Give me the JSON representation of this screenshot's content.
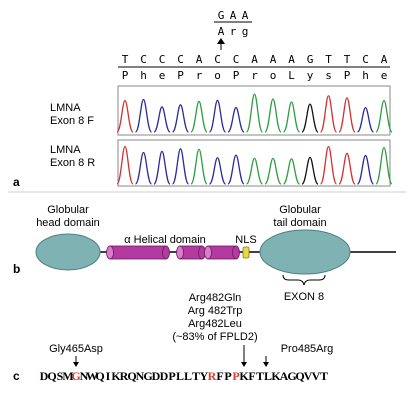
{
  "panel_a": {
    "panel_label": "a",
    "mutant_codon": [
      "G",
      "A",
      "A"
    ],
    "mutant_aa": [
      "A",
      "r",
      "g"
    ],
    "dna_sequence": [
      "T",
      "C",
      "C",
      "C",
      "A",
      "C",
      "C",
      "A",
      "A",
      "A",
      "G",
      "T",
      "T",
      "C",
      "A"
    ],
    "protein_sequence": [
      "P",
      "h",
      "e",
      "P",
      "r",
      "o",
      "P",
      "r",
      "o",
      "L",
      "y",
      "s",
      "P",
      "h",
      "e"
    ],
    "traces": [
      {
        "label_line1": "LMNA",
        "label_line2": "Exon 8 F"
      },
      {
        "label_line1": "LMNA",
        "label_line2": "Exon 8 R"
      }
    ],
    "colors": {
      "A": "#2e9e40",
      "C": "#2a2a9c",
      "G": "#111111",
      "T": "#d23030",
      "frame": "#888888"
    }
  },
  "panel_b": {
    "panel_label": "b",
    "head_label_line1": "Globular",
    "head_label_line2": "head domain",
    "helical_label": "α Helical domain",
    "nls_label": "NLS",
    "tail_label_line1": "Globular",
    "tail_label_line2": "tail domain",
    "exon_label": "EXON 8",
    "colors": {
      "globule": "#7fb3b3",
      "helix": "#b23aa0",
      "nls": "#e8d84a"
    }
  },
  "panel_c": {
    "panel_label": "c",
    "sequence": [
      "D",
      "Q",
      "S",
      "M",
      "G",
      "N",
      "W",
      "Q",
      "I",
      "K",
      "R",
      "Q",
      "N",
      "G",
      "D",
      "D",
      "P",
      "L",
      "L",
      "T",
      "Y",
      "R",
      "F",
      "P",
      "P",
      "K",
      "F",
      "T",
      "L",
      "K",
      "A",
      "G",
      "Q",
      "V",
      "V",
      "T"
    ],
    "highlight_color": "#e23b2e",
    "mutations": [
      {
        "lines": [
          "Gly465Asp"
        ]
      },
      {
        "lines": [
          "Arg482Gln",
          "Arg 482Trp",
          "Arg482Leu",
          "(~83% of FPLD2)"
        ]
      },
      {
        "lines": [
          "Pro485Arg"
        ]
      }
    ]
  }
}
